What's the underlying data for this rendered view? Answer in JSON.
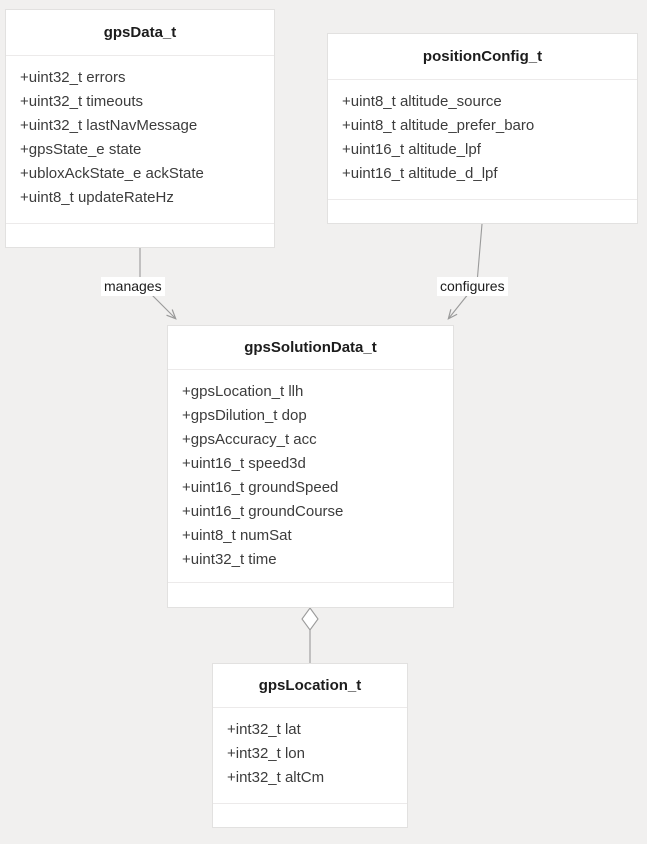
{
  "diagram": {
    "type": "uml-class-diagram",
    "background_color": "#f1f0ef",
    "class_fill": "#ffffff",
    "border_color": "#e2e1e0",
    "connector_color": "#9a9a9a"
  },
  "classes": [
    {
      "id": "gpsData",
      "name": "gpsData_t",
      "attributes": [
        "+uint32_t errors",
        "+uint32_t timeouts",
        "+uint32_t lastNavMessage",
        "+gpsState_e state",
        "+ubloxAckState_e ackState",
        "+uint8_t updateRateHz"
      ],
      "methods": []
    },
    {
      "id": "positionConfig",
      "name": "positionConfig_t",
      "attributes": [
        "+uint8_t altitude_source",
        "+uint8_t altitude_prefer_baro",
        "+uint16_t altitude_lpf",
        "+uint16_t altitude_d_lpf"
      ],
      "methods": []
    },
    {
      "id": "gpsSolutionData",
      "name": "gpsSolutionData_t",
      "attributes": [
        "+gpsLocation_t llh",
        "+gpsDilution_t dop",
        "+gpsAccuracy_t acc",
        "+uint16_t speed3d",
        "+uint16_t groundSpeed",
        "+uint16_t groundCourse",
        "+uint8_t numSat",
        "+uint32_t time"
      ],
      "methods": []
    },
    {
      "id": "gpsLocation",
      "name": "gpsLocation_t",
      "attributes": [
        "+int32_t lat",
        "+int32_t lon",
        "+int32_t altCm"
      ],
      "methods": []
    }
  ],
  "relationships": [
    {
      "id": "manages",
      "label": "manages",
      "from": "gpsData",
      "to": "gpsSolutionData",
      "arrow": "open-arrow"
    },
    {
      "id": "configures",
      "label": "configures",
      "from": "positionConfig",
      "to": "gpsSolutionData",
      "arrow": "open-arrow"
    },
    {
      "id": "aggregation",
      "label": "",
      "from": "gpsSolutionData",
      "to": "gpsLocation",
      "arrow": "open-diamond"
    }
  ]
}
